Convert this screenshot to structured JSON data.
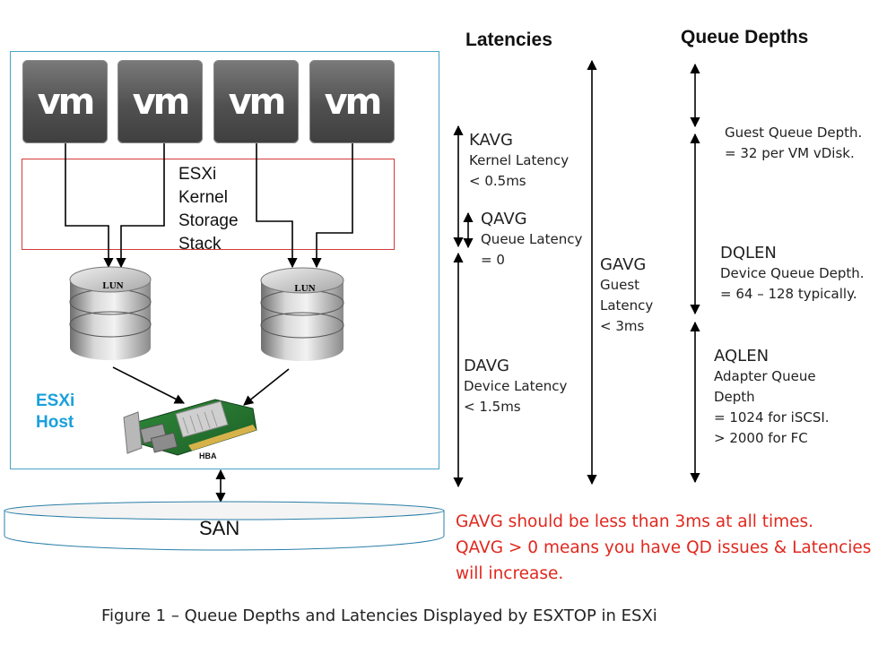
{
  "vms": [
    "vm",
    "vm",
    "vm",
    "vm"
  ],
  "kernel": {
    "lines": [
      "ESXi",
      "Kernel",
      "Storage",
      "Stack"
    ]
  },
  "luns": [
    "LUN",
    "LUN"
  ],
  "hba_label": "HBA",
  "host_label": [
    "ESXi",
    "Host"
  ],
  "san_label": "SAN",
  "headings": {
    "latencies": "Latencies",
    "queue_depths": "Queue Depths"
  },
  "latencies": {
    "kavg": {
      "name": "KAVG",
      "desc": "Kernel Latency",
      "value": "< 0.5ms"
    },
    "qavg": {
      "name": "QAVG",
      "desc": "Queue Latency",
      "value": "= 0"
    },
    "davg": {
      "name": "DAVG",
      "desc": "Device Latency",
      "value": "< 1.5ms"
    },
    "gavg": {
      "name": "GAVG",
      "desc1": "Guest",
      "desc2": "Latency",
      "value": "< 3ms"
    }
  },
  "queue_depths": {
    "guest": {
      "line1": "Guest Queue Depth.",
      "line2": "= 32 per VM vDisk."
    },
    "dqlen": {
      "name": "DQLEN",
      "desc": "Device Queue Depth.",
      "value": "= 64 – 128 typically."
    },
    "aqlen": {
      "name": "AQLEN",
      "desc1": "Adapter Queue",
      "desc2": "Depth",
      "value1": "= 1024 for iSCSI.",
      "value2": "> 2000 for FC"
    }
  },
  "notes": [
    "GAVG should be less than 3ms at all times.",
    "QAVG > 0 means you have QD issues & Latencies",
    "will increase."
  ],
  "caption": "Figure 1 – Queue Depths and Latencies Displayed by ESXTOP in ESXi",
  "colors": {
    "host_border": "#4aa3c8",
    "kernel_border": "#d43a3a",
    "host_label": "#1aa0dc",
    "note": "#e0281e"
  }
}
